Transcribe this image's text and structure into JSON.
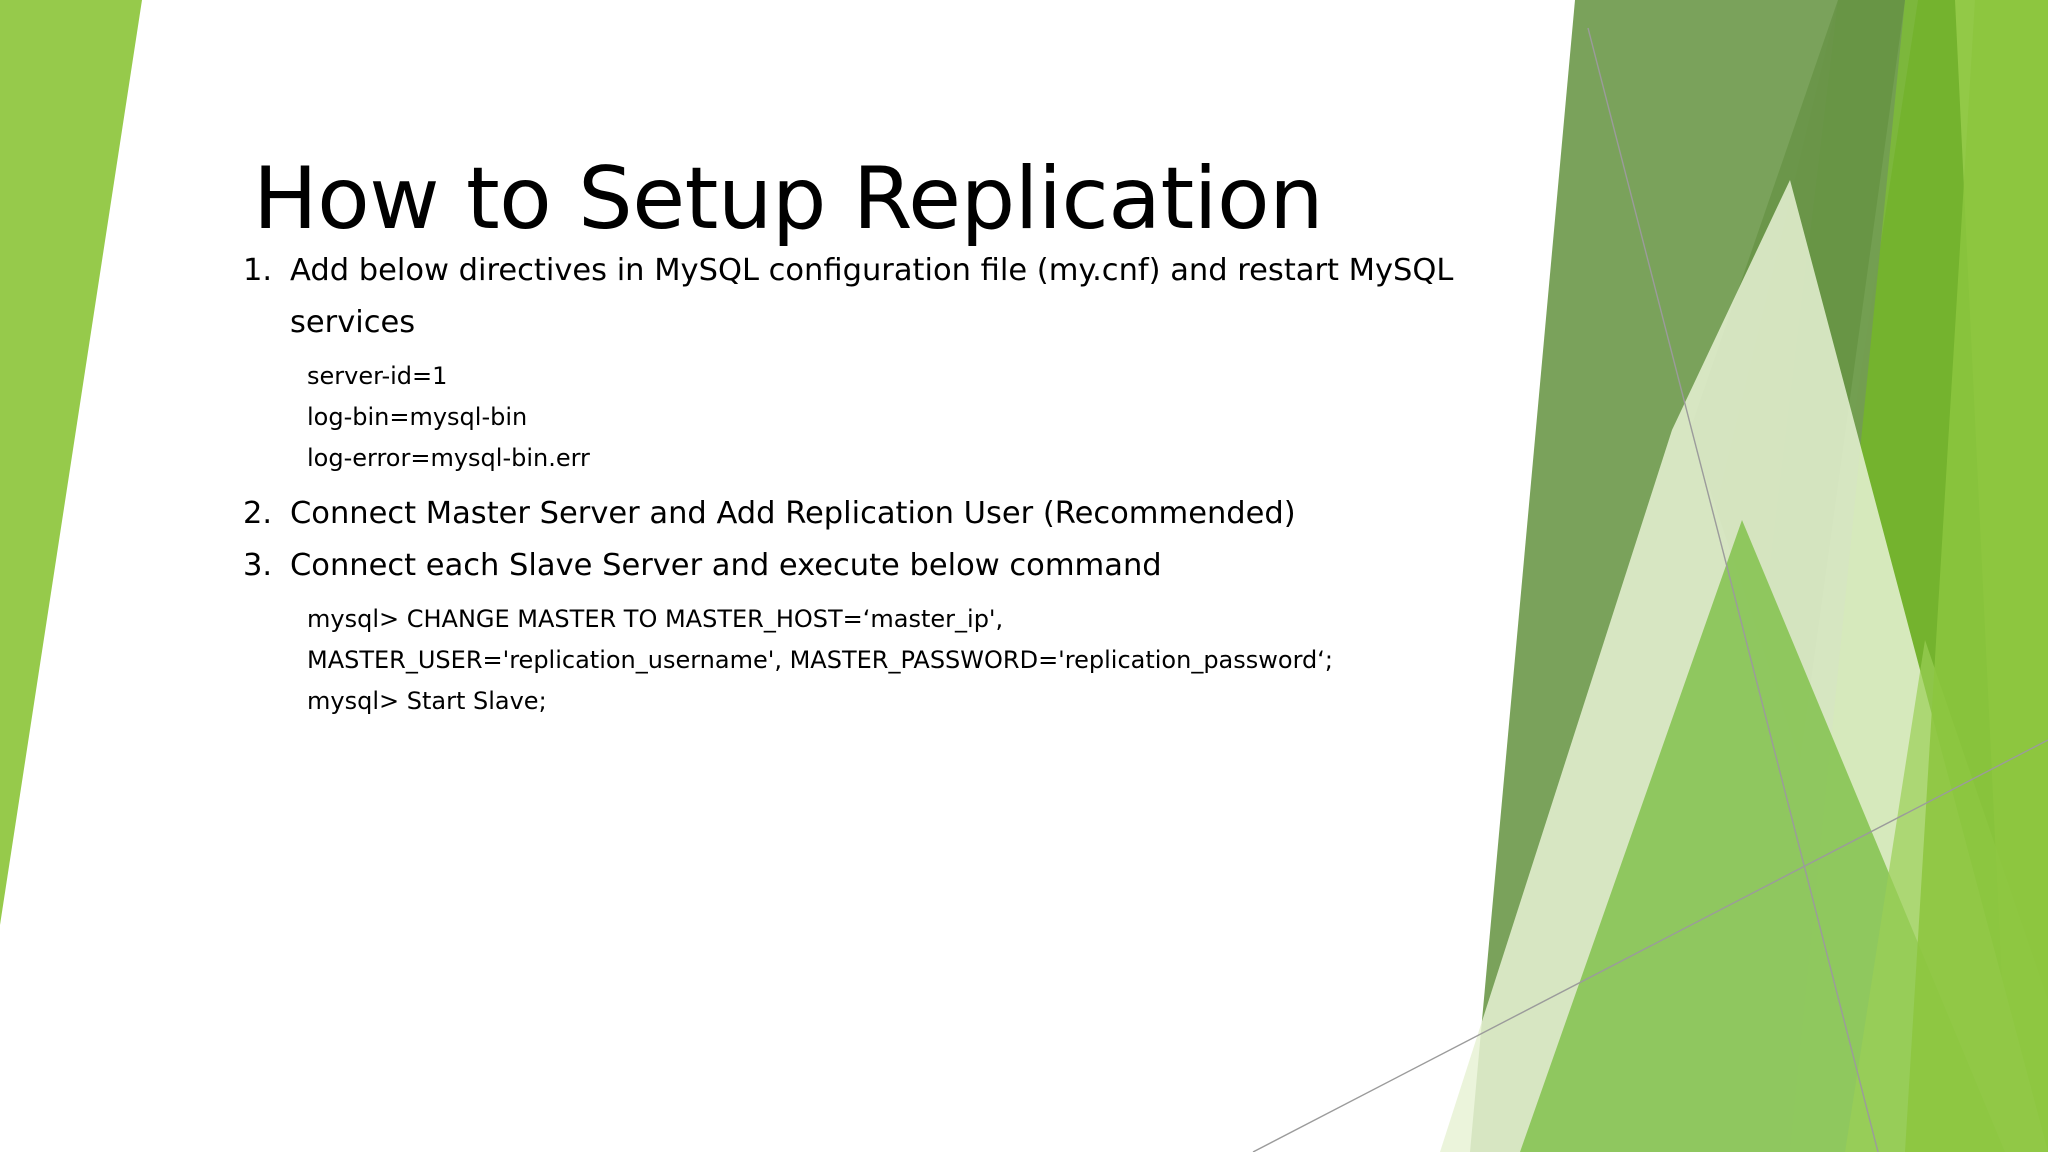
{
  "slide": {
    "title": "How to Setup Replication",
    "background_color": "#FFFFFF",
    "text_color": "#000000",
    "items": [
      {
        "number": "1.",
        "text": "Add below directives in MySQL configuration file (my.cnf) and restart MySQL services",
        "sub_lines": [
          "server-id=1",
          "log-bin=mysql-bin",
          "log-error=mysql-bin.err"
        ]
      },
      {
        "number": "2.",
        "text": "Connect Master Server and Add Replication User (Recommended)",
        "sub_lines": []
      },
      {
        "number": "3.",
        "text": "Connect each Slave Server and execute below command",
        "sub_lines": [
          "mysql> CHANGE MASTER TO MASTER_HOST=‘master_ip',",
          "MASTER_USER='replication_username', MASTER_PASSWORD='replication_password‘;",
          "mysql> Start Slave;"
        ]
      }
    ]
  },
  "decor": {
    "left_wedge_color": "#96CA4B",
    "green_dark": "#739D52",
    "green_mid": "#6FAF2B",
    "green_bright": "#8CC63E",
    "green_light": "#A6D55C",
    "green_pale": "#E8F2D5",
    "hairline_color": "#9B9B9B"
  }
}
